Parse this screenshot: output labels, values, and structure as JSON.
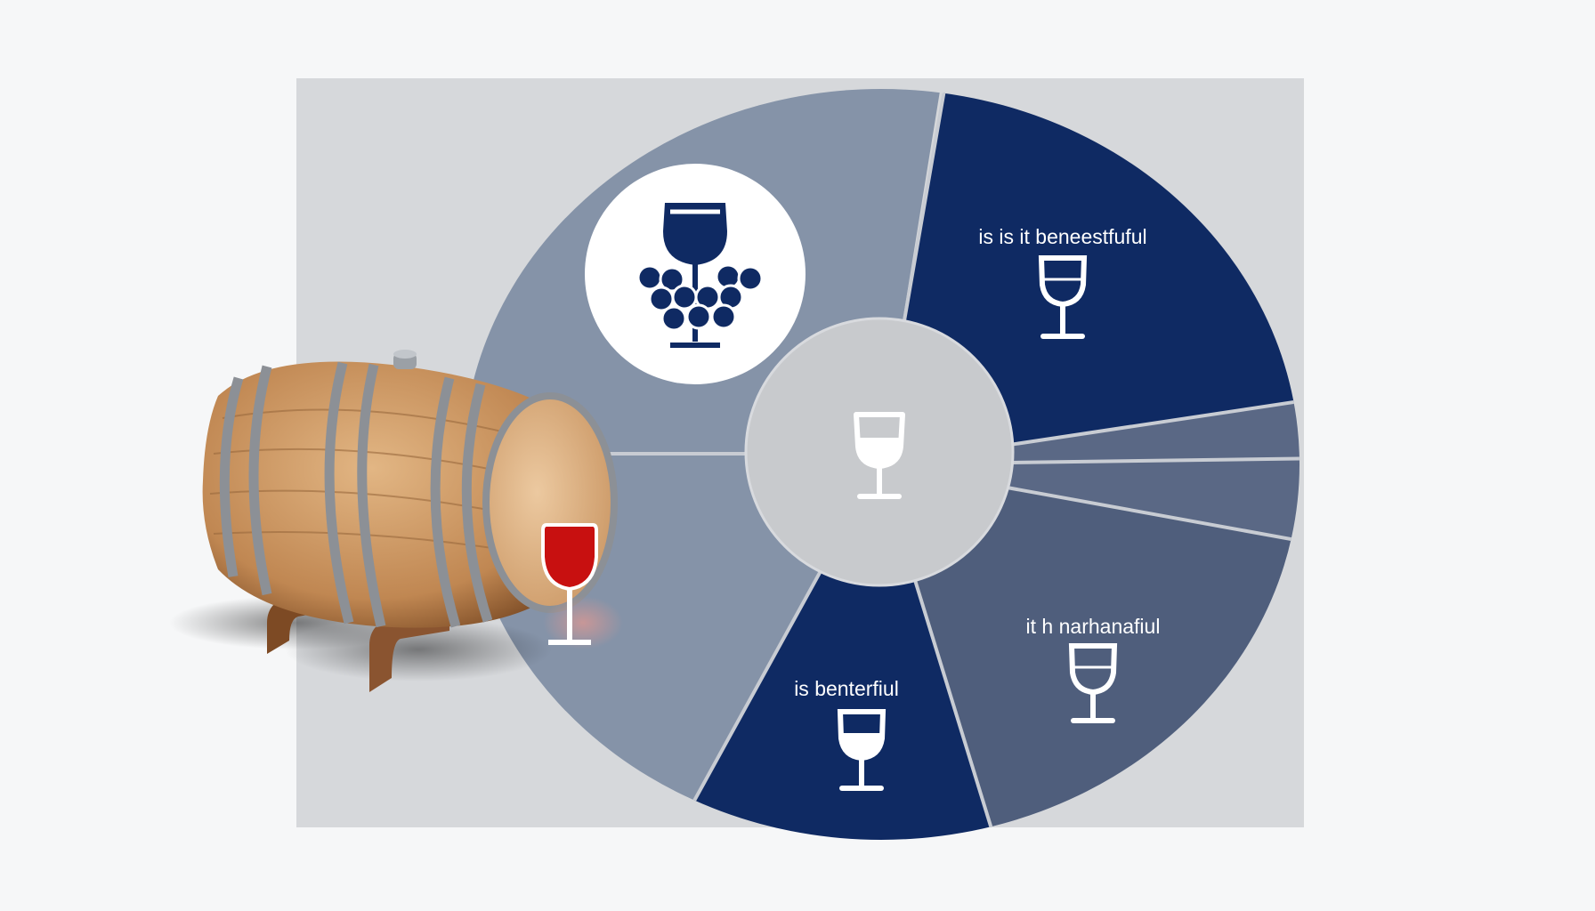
{
  "labels": {
    "segment_top_right": "is is it beneestfuful",
    "segment_bottom_right": "it h narhanafiul",
    "segment_bottom": "is benterfiul"
  },
  "icons": {
    "center": "wine-glass-icon",
    "top_left": "wine-glass-grapes-icon",
    "barrel": "wine-barrel-icon",
    "barrel_glass": "red-wine-glass-icon"
  },
  "colors": {
    "page_bg": "#f6f7f8",
    "panel_bg": "#d6d8db",
    "navy": "#0f2a63",
    "slate_light": "#8593a8",
    "slate_mid": "#5a6885",
    "slate_dark": "#4f5e7c",
    "hub": "#c8cacd",
    "white": "#ffffff",
    "wine_red": "#c81010",
    "wood": "#c9935c",
    "hoop": "#8c9096"
  }
}
